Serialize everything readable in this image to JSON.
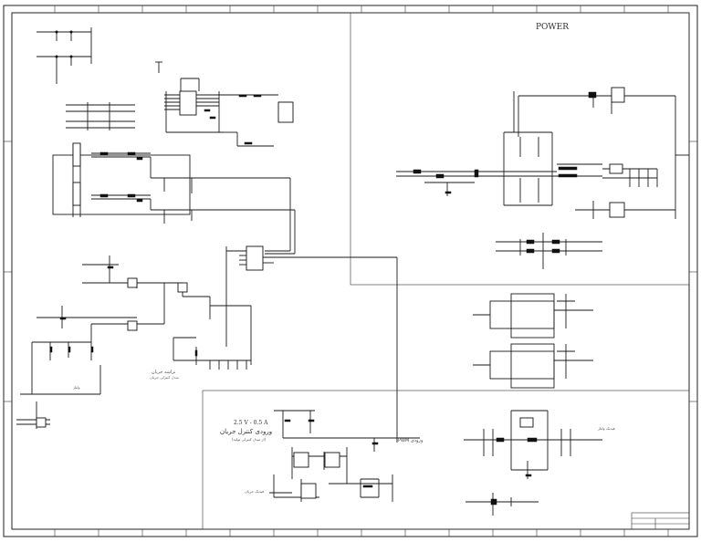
{
  "sheet": {
    "section_power_title": "POWER",
    "current_spec": "2.5 V - 0.5 A",
    "current_control_input": "ورودی کنترل جریان",
    "current_control_input_sub": "(از مبدل کنترلی تولید)",
    "current_limit_label": "تراشه جریان",
    "current_limit_sub": "مبدل کنترلی جریان",
    "pwm_label": "PWM ورودی",
    "feedback_label_right": "فیدبک ولتاژ",
    "feedback_label_bottom": "فیدبک جریان",
    "small_label_left": "ولتاژ"
  }
}
